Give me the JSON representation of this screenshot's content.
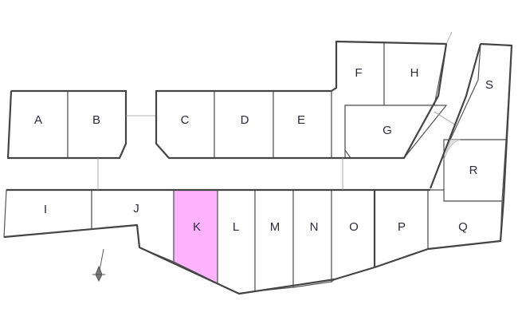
{
  "plan": {
    "lots": [
      {
        "id": "A",
        "label": "A"
      },
      {
        "id": "B",
        "label": "B"
      },
      {
        "id": "C",
        "label": "C"
      },
      {
        "id": "D",
        "label": "D"
      },
      {
        "id": "E",
        "label": "E"
      },
      {
        "id": "F",
        "label": "F"
      },
      {
        "id": "G",
        "label": "G"
      },
      {
        "id": "H",
        "label": "H"
      },
      {
        "id": "I",
        "label": "I"
      },
      {
        "id": "J",
        "label": "J"
      },
      {
        "id": "K",
        "label": "K",
        "highlighted": true
      },
      {
        "id": "L",
        "label": "L"
      },
      {
        "id": "M",
        "label": "M"
      },
      {
        "id": "N",
        "label": "N"
      },
      {
        "id": "O",
        "label": "O"
      },
      {
        "id": "P",
        "label": "P"
      },
      {
        "id": "Q",
        "label": "Q"
      },
      {
        "id": "R",
        "label": "R"
      },
      {
        "id": "S",
        "label": "S"
      }
    ],
    "colors": {
      "highlight": "#ffb3ff",
      "line": "#444444"
    },
    "compass_icon": "north-arrow-icon"
  }
}
